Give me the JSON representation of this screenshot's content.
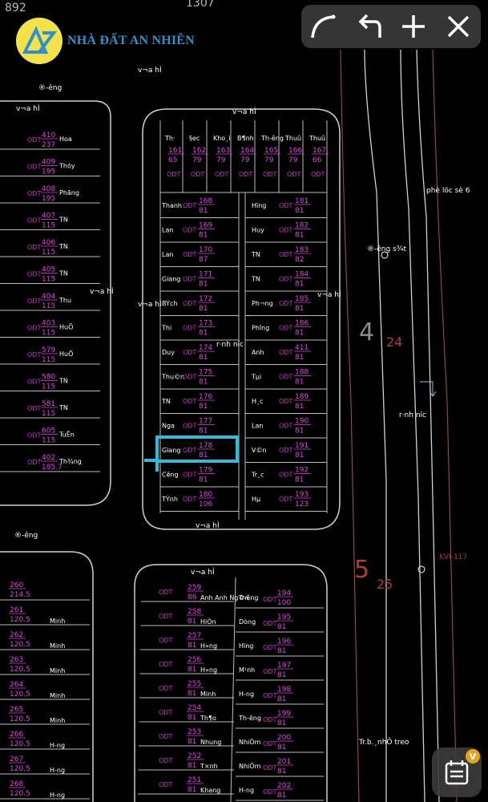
{
  "brand": {
    "name": "NHÀ ĐẤT AN NHIÊN"
  },
  "toolbar": {
    "items": [
      {
        "name": "curve-tool"
      },
      {
        "name": "undo"
      },
      {
        "name": "add"
      },
      {
        "name": "close"
      }
    ]
  },
  "calendar": {
    "badge": "V"
  },
  "map_labels": {
    "top_numbers": [
      "892",
      "1307"
    ],
    "road_top": "v¬a hÌ",
    "road_label": "v¬a hÌ",
    "road_street": "®-êng",
    "street_right": "®-êng s¾t",
    "street_name": "phè löc sè 6",
    "drain": "r·nh n­íc",
    "tr_text": "Tr.b.¸nhÕ treo",
    "kv": "KVI-117",
    "big4": "4",
    "big5": "5",
    "b24": "24",
    "b25": "25"
  },
  "lots": {
    "top_row": [
      {
        "name": "Th·",
        "num": "161",
        "den": "65"
      },
      {
        "name": "§ec",
        "num": "162",
        "den": "79"
      },
      {
        "name": "Kho¸i",
        "num": "163",
        "den": "79"
      },
      {
        "name": "B¶nh",
        "num": "164",
        "den": "79"
      },
      {
        "name": "Th-êng",
        "num": "165",
        "den": "79"
      },
      {
        "name": "Thuû",
        "num": "166",
        "den": "79"
      },
      {
        "name": "Thuû",
        "num": "167",
        "den": "66"
      }
    ],
    "left_col": [
      {
        "name": "Thanh",
        "num": "168",
        "den": "81"
      },
      {
        "name": "Lan",
        "num": "169",
        "den": "81"
      },
      {
        "name": "Lan",
        "num": "170",
        "den": "87"
      },
      {
        "name": "Giang",
        "num": "171",
        "den": "81"
      },
      {
        "name": "BÝch",
        "num": "172",
        "den": "81"
      },
      {
        "name": "Thi",
        "num": "173",
        "den": "81"
      },
      {
        "name": "Duy",
        "num": "174",
        "den": "81"
      },
      {
        "name": "Thu©n",
        "num": "175",
        "den": "81"
      },
      {
        "name": "TN",
        "num": "176",
        "den": "81"
      },
      {
        "name": "Nga",
        "num": "177",
        "den": "81"
      },
      {
        "name": "Giang",
        "num": "178",
        "den": "81"
      },
      {
        "name": "C­êng",
        "num": "179",
        "den": "81"
      },
      {
        "name": "TÝnh",
        "num": "180",
        "den": "106"
      }
    ],
    "right_col": [
      {
        "name": "Hïng",
        "num": "181",
        "den": "81"
      },
      {
        "name": "Huy",
        "num": "182",
        "den": "81"
      },
      {
        "name": "TN",
        "num": "183",
        "den": "82"
      },
      {
        "name": "TN",
        "num": "184",
        "den": "81"
      },
      {
        "name": "Ph­¬ng",
        "num": "185",
        "den": "81"
      },
      {
        "name": "Ph­îng",
        "num": "186",
        "den": "81"
      },
      {
        "name": "Anh",
        "num": "411",
        "den": "81"
      },
      {
        "name": "Tµi",
        "num": "188",
        "den": "81"
      },
      {
        "name": "H¸c",
        "num": "189",
        "den": "81"
      },
      {
        "name": "Lan",
        "num": "190",
        "den": "81"
      },
      {
        "name": "V©n",
        "num": "191",
        "den": "81"
      },
      {
        "name": "Tr¸c",
        "num": "192",
        "den": "81"
      },
      {
        "name": "Hµ",
        "num": "193",
        "den": "123"
      }
    ],
    "far_left": [
      {
        "name": "Hoa",
        "num": "410",
        "den": "237"
      },
      {
        "name": "Thóy",
        "num": "409",
        "den": "195"
      },
      {
        "name": "Phãng",
        "num": "408",
        "den": "195"
      },
      {
        "name": "TN",
        "num": "407",
        "den": "115"
      },
      {
        "name": "TN",
        "num": "406",
        "den": "115"
      },
      {
        "name": "TN",
        "num": "405",
        "den": "115"
      },
      {
        "name": "Thu",
        "num": "404",
        "den": "115"
      },
      {
        "name": "HuÕ",
        "num": "403",
        "den": "115"
      },
      {
        "name": "HuÕ",
        "num": "579",
        "den": "115"
      },
      {
        "name": "TN",
        "num": "580",
        "den": "115"
      },
      {
        "name": "TN",
        "num": "581",
        "den": "115"
      },
      {
        "name": "TuÊn",
        "num": "605",
        "den": "115"
      },
      {
        "name": "Th¾ng",
        "num": "402",
        "den": "185.7"
      }
    ],
    "bottom_right": [
      {
        "name": "Tr-êng",
        "num": "194",
        "den": "100"
      },
      {
        "name": "Dòng",
        "num": "195",
        "den": "81"
      },
      {
        "name": "Hïng",
        "num": "196",
        "den": "81"
      },
      {
        "name": "M¹nh",
        "num": "197",
        "den": "81"
      },
      {
        "name": "H-ng",
        "num": "198",
        "den": "81"
      },
      {
        "name": "Th-êng",
        "num": "199",
        "den": "81"
      },
      {
        "name": "NhiÖm",
        "num": "200",
        "den": "81"
      },
      {
        "name": "NhiÖm",
        "num": "201",
        "den": "81"
      },
      {
        "name": "H-ng",
        "num": "202",
        "den": "81"
      }
    ],
    "bottom_mid": [
      {
        "name": "Anh Anh Ng©n",
        "num": "259",
        "den": "86"
      },
      {
        "name": "HiÒn",
        "num": "258",
        "den": "81"
      },
      {
        "name": "H»ng",
        "num": "257",
        "den": "81"
      },
      {
        "name": "H»ng",
        "num": "256",
        "den": "81"
      },
      {
        "name": "Minh",
        "num": "255",
        "den": "81"
      },
      {
        "name": "Th¶o",
        "num": "254",
        "den": "81"
      },
      {
        "name": "Nhung",
        "num": "253",
        "den": "81"
      },
      {
        "name": "T×nh",
        "num": "252",
        "den": "81"
      },
      {
        "name": "Khang",
        "num": "251",
        "den": "81"
      }
    ],
    "bottom_left": [
      {
        "name": "",
        "num": "260",
        "den": "214.5"
      },
      {
        "name": "Minh",
        "num": "261",
        "den": "120.5"
      },
      {
        "name": "Minh",
        "num": "262",
        "den": "120.5"
      },
      {
        "name": "Minh",
        "num": "263",
        "den": "120.5"
      },
      {
        "name": "Minh",
        "num": "264",
        "den": "120.5"
      },
      {
        "name": "Minh",
        "num": "265",
        "den": "120.5"
      },
      {
        "name": "H-ng",
        "num": "266",
        "den": "120.5"
      },
      {
        "name": "H-ng",
        "num": "267",
        "den": "120.5"
      },
      {
        "name": "H-ng",
        "num": "268",
        "den": "120.5"
      }
    ],
    "odt": "ODT",
    "selected": "178"
  },
  "colors": {
    "parcel": "#c8c8c8",
    "label_odt": "#d02ad0",
    "lot_num": "#e040e0",
    "name": "#ffffff",
    "selected": "#33b9d9",
    "road": "#d8d8d8",
    "accent_red": "#b33a3a"
  }
}
